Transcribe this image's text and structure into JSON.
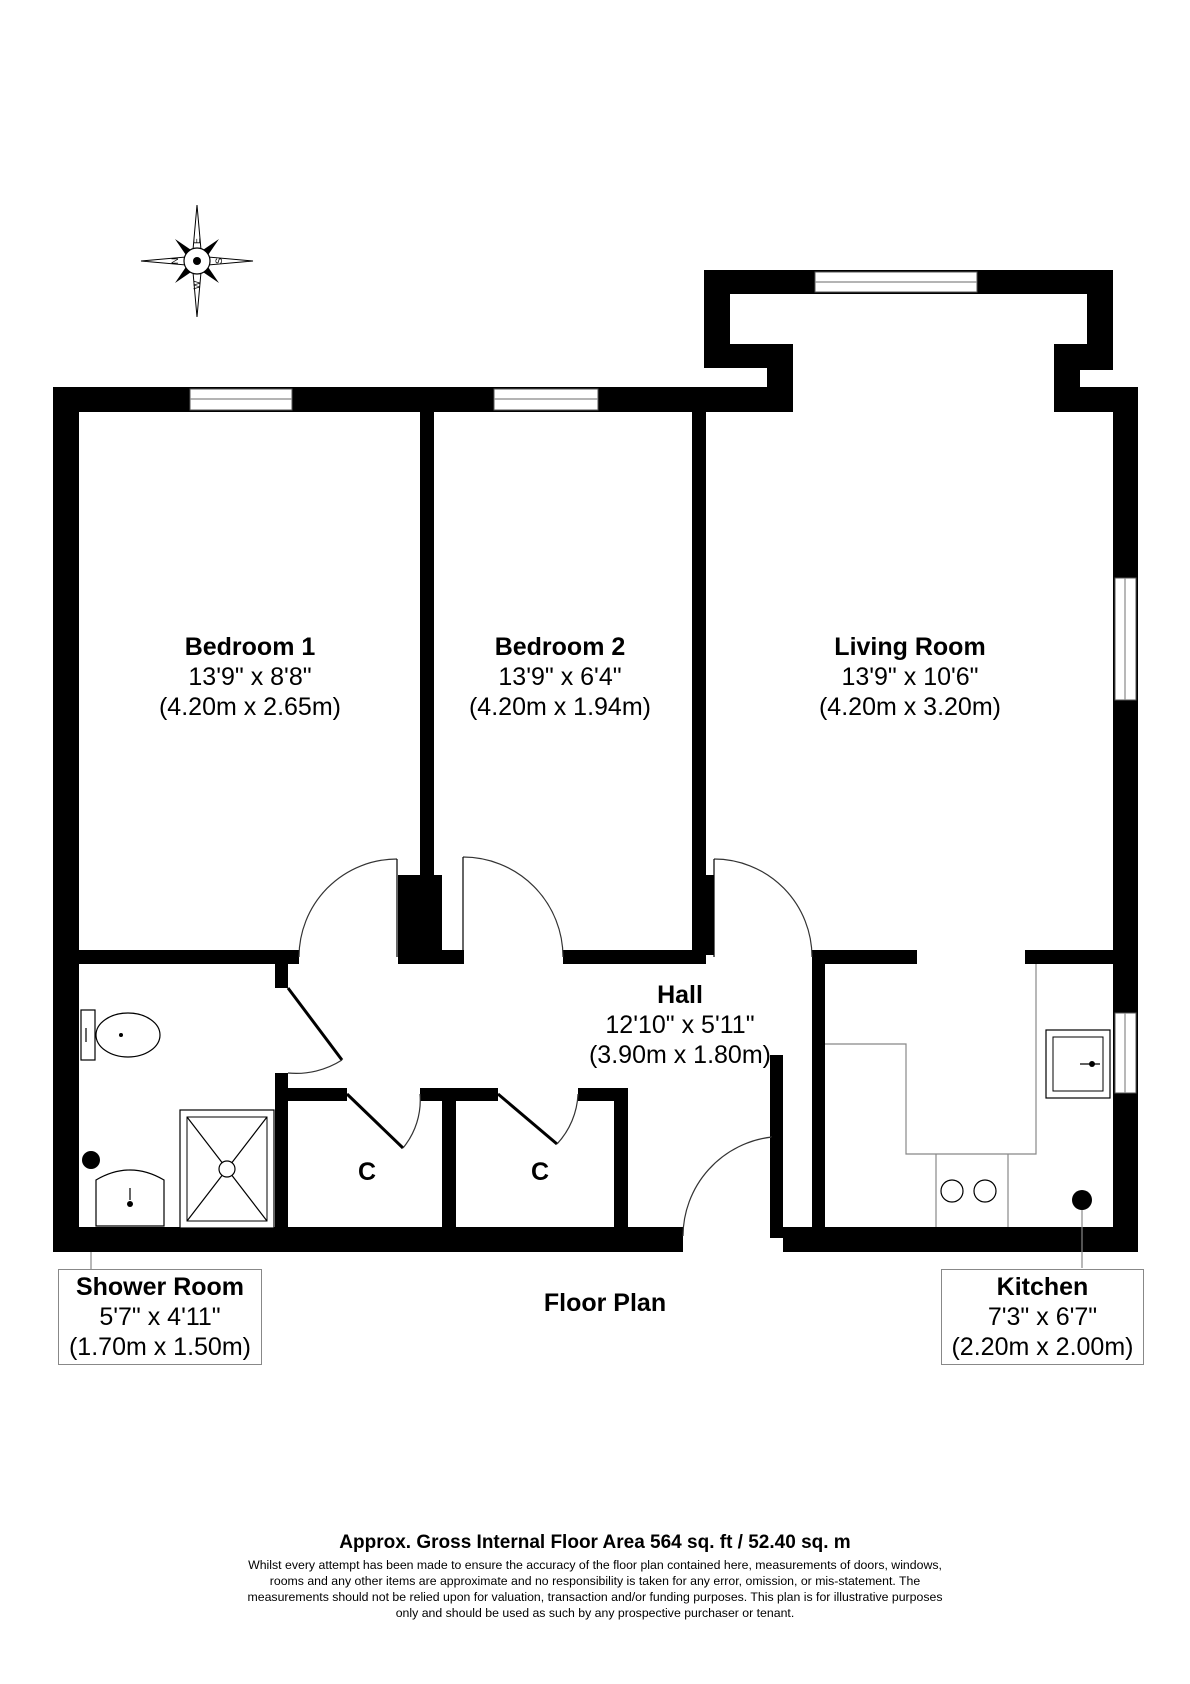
{
  "rooms": {
    "bedroom1": {
      "name": "Bedroom 1",
      "imperial": "13'9\" x 8'8\"",
      "metric": "(4.20m x 2.65m)"
    },
    "bedroom2": {
      "name": "Bedroom 2",
      "imperial": "13'9\" x 6'4\"",
      "metric": "(4.20m x 1.94m)"
    },
    "living": {
      "name": "Living Room",
      "imperial": "13'9\" x 10'6\"",
      "metric": "(4.20m x 3.20m)"
    },
    "hall": {
      "name": "Hall",
      "imperial": "12'10\" x 5'11\"",
      "metric": "(3.90m x 1.80m)"
    },
    "shower": {
      "name": "Shower Room",
      "imperial": "5'7\" x 4'11\"",
      "metric": "(1.70m x 1.50m)"
    },
    "kitchen": {
      "name": "Kitchen",
      "imperial": "7'3\" x 6'7\"",
      "metric": "(2.20m x 2.00m)"
    }
  },
  "cupboards": [
    "C",
    "C"
  ],
  "plan_title": "Floor Plan",
  "compass": {
    "n": "N",
    "e": "E",
    "s": "S",
    "w": "W"
  },
  "footer": {
    "area": "Approx. Gross Internal Floor Area 564 sq. ft / 52.40 sq. m",
    "disclaimer": [
      "Whilst every attempt has been made to ensure the accuracy of the floor plan contained here, measurements of doors, windows,",
      "rooms and any other items are approximate and no responsibility is taken for any error, omission, or mis-statement. The",
      "measurements should not be relied upon for valuation, transaction and/or funding purposes. This plan is for illustrative purposes",
      "only and should be used as such by any prospective purchaser or tenant."
    ]
  }
}
